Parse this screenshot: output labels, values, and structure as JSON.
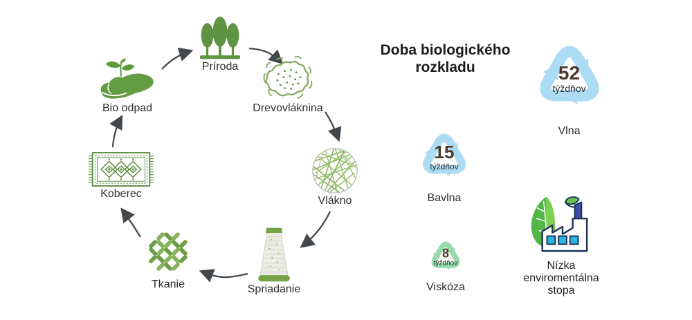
{
  "cycle": {
    "description": "lifecycle-diagram",
    "steps": [
      {
        "id": "bio-odpad",
        "label": "Bio odpad",
        "icon": "hand-seedling-icon"
      },
      {
        "id": "priroda",
        "label": "Príroda",
        "icon": "trees-icon"
      },
      {
        "id": "drevovlaknina",
        "label": "Drevovláknina",
        "icon": "wood-pulp-icon"
      },
      {
        "id": "vlakno",
        "label": "Vlákno",
        "icon": "fiber-ball-icon"
      },
      {
        "id": "spriadanie",
        "label": "Spriadanie",
        "icon": "yarn-cone-icon"
      },
      {
        "id": "tkanie",
        "label": "Tkanie",
        "icon": "woven-fabric-icon"
      },
      {
        "id": "koberec",
        "label": "Koberec",
        "icon": "carpet-icon"
      }
    ],
    "sequence": [
      "Bio odpad",
      "Príroda",
      "Drevovláknina",
      "Vlákno",
      "Spriadanie",
      "Tkanie",
      "Koberec",
      "Bio odpad"
    ]
  },
  "decomposition": {
    "title": "Doba biologického rozkladu",
    "items": [
      {
        "material": "Vlna",
        "duration_value": "52",
        "duration_unit": "týždňov",
        "symbol": "recycle-icon",
        "symbol_color": "#abdcf4"
      },
      {
        "material": "Bavlna",
        "duration_value": "15",
        "duration_unit": "týždňov",
        "symbol": "recycle-icon",
        "symbol_color": "#abdcf4"
      },
      {
        "material": "Viskóza",
        "duration_value": "8",
        "duration_unit": "týždňov",
        "symbol": "recycle-icon",
        "symbol_color": "#96dcab"
      }
    ],
    "footprint": {
      "label": "Nízka enviromentálna stopa",
      "icon": "eco-factory-icon"
    }
  },
  "colors": {
    "primary_green": "#649c44",
    "light_green": "#85ab61",
    "arrow_gray": "#43484c",
    "number_brown": "#4e392a",
    "recycle_blue": "#abdcf4",
    "recycle_green": "#96dcab",
    "factory_outline": "#1d3557",
    "factory_window_cyan": "#29b5e8",
    "chimney_blue": "#3f4da8",
    "text": "#2d2d2d"
  }
}
